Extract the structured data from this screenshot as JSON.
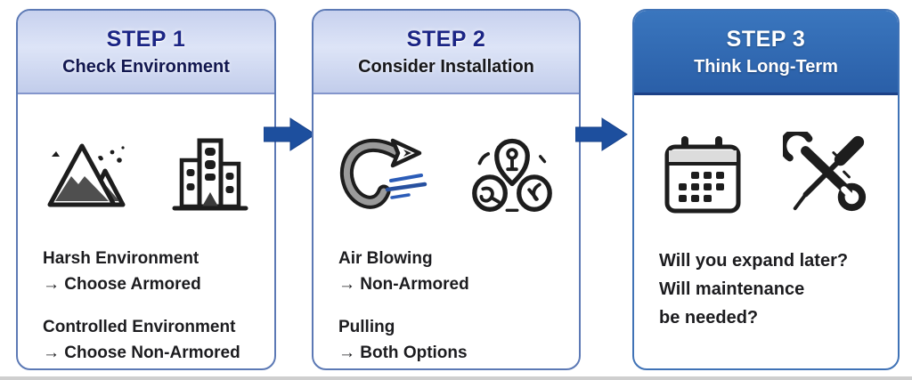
{
  "colors": {
    "accent_navy": "#1b2585",
    "header_light_blue": "#ccd6f0",
    "header_dark_blue": "#2d66ae",
    "card_border_blue": "#5c79b5",
    "arrow_blue": "#1d4f9e",
    "body_text_dark": "#1c1c1f",
    "bottom_strip_gray": "#cfcfcf"
  },
  "steps": [
    {
      "title": "STEP 1",
      "subtitle": "Check Environment",
      "icons": [
        "mountain-icon",
        "building-icon"
      ],
      "items": [
        {
          "line1": "Harsh Environment",
          "line2": "→ Choose Armored"
        },
        {
          "line1": "Controlled Environment",
          "line2": "→ Choose Non-Armored"
        }
      ]
    },
    {
      "title": "STEP 2",
      "subtitle": "Consider Installation",
      "icons": [
        "air-blowing-icon",
        "cable-pulling-icon"
      ],
      "items": [
        {
          "line1": "Air Blowing",
          "line2": "→ Non-Armored"
        },
        {
          "line1": "Pulling",
          "line2": "→ Both Options"
        }
      ]
    },
    {
      "title": "STEP 3",
      "subtitle": "Think Long-Term",
      "icons": [
        "calendar-icon",
        "tools-icon"
      ],
      "lines": [
        "Will you expand later?",
        "Will maintenance",
        "be needed?"
      ]
    }
  ]
}
